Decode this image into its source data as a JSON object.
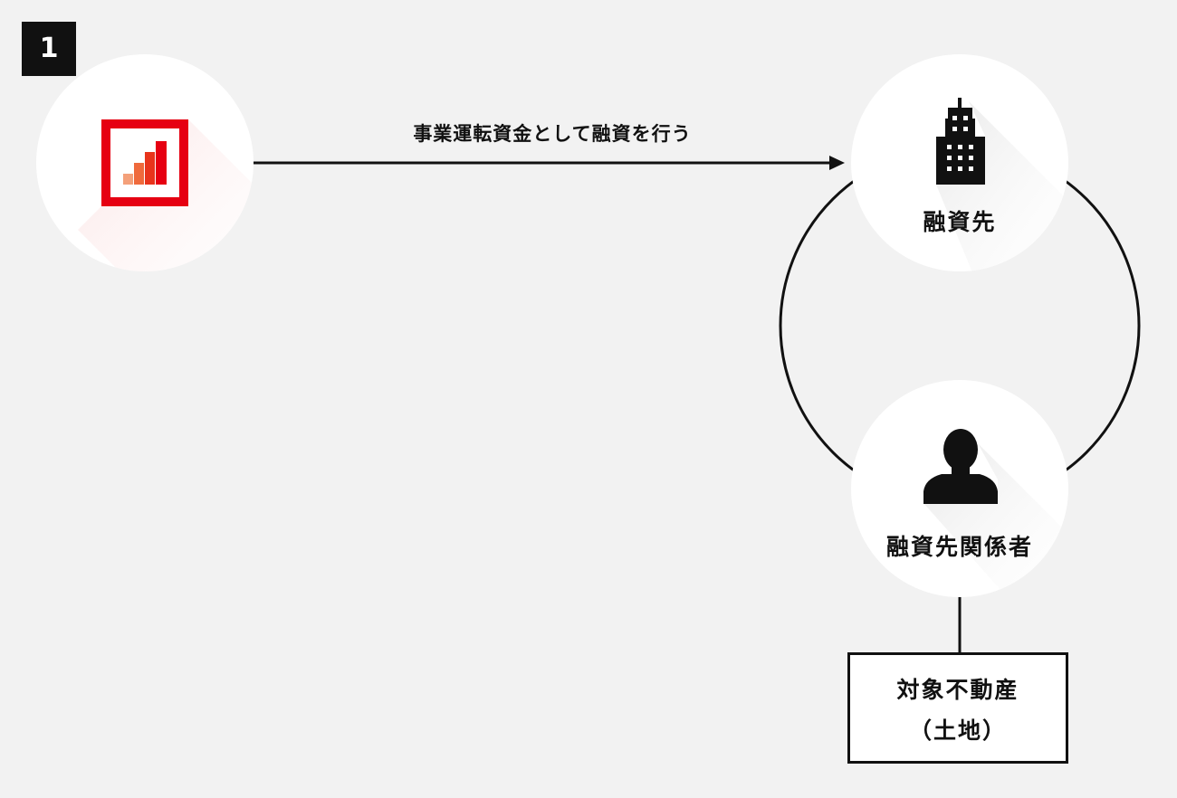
{
  "step_badge": "1",
  "colors": {
    "background": "#f2f2f2",
    "node_fill": "#ffffff",
    "line": "#111111",
    "brand_red": "#e60012",
    "bar_light": "#f4a07a",
    "bar_mid": "#ef6a3c",
    "bar_dark": "#e8341c"
  },
  "nodes": {
    "lender": {
      "icon": "bar-chart-logo-icon"
    },
    "borrower": {
      "icon": "office-building-icon",
      "label": "融資先"
    },
    "related_party": {
      "icon": "person-silhouette-icon",
      "label": "融資先関係者"
    },
    "property": {
      "line1": "対象不動産",
      "line2": "（土地）"
    }
  },
  "edges": {
    "lender_to_borrower": {
      "label": "事業運転資金として融資を行う"
    }
  }
}
